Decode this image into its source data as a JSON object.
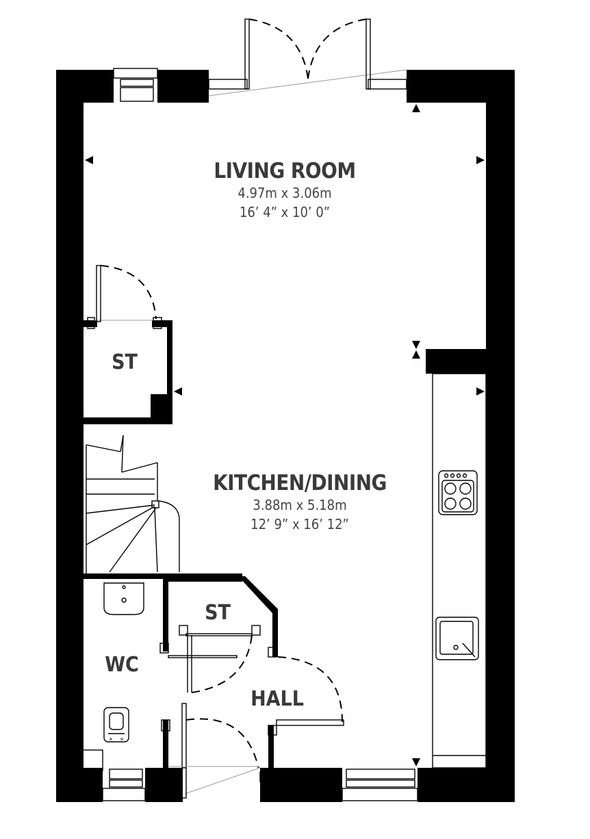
{
  "rooms": {
    "living": {
      "name": "LIVING ROOM",
      "metric": "4.97m x 3.06m",
      "imperial": "16’ 4” x 10’ 0”"
    },
    "kitchen": {
      "name": "KITCHEN/DINING",
      "metric": "3.88m x 5.18m",
      "imperial": "12’ 9” x 16’ 12”"
    },
    "store_upper": {
      "name": "ST"
    },
    "store_lower": {
      "name": "ST"
    },
    "wc": {
      "name": "WC"
    },
    "hall": {
      "name": "HALL"
    }
  },
  "colors": {
    "wall": "#000000",
    "text": "#3a3a3a",
    "fixture": "#000000"
  }
}
